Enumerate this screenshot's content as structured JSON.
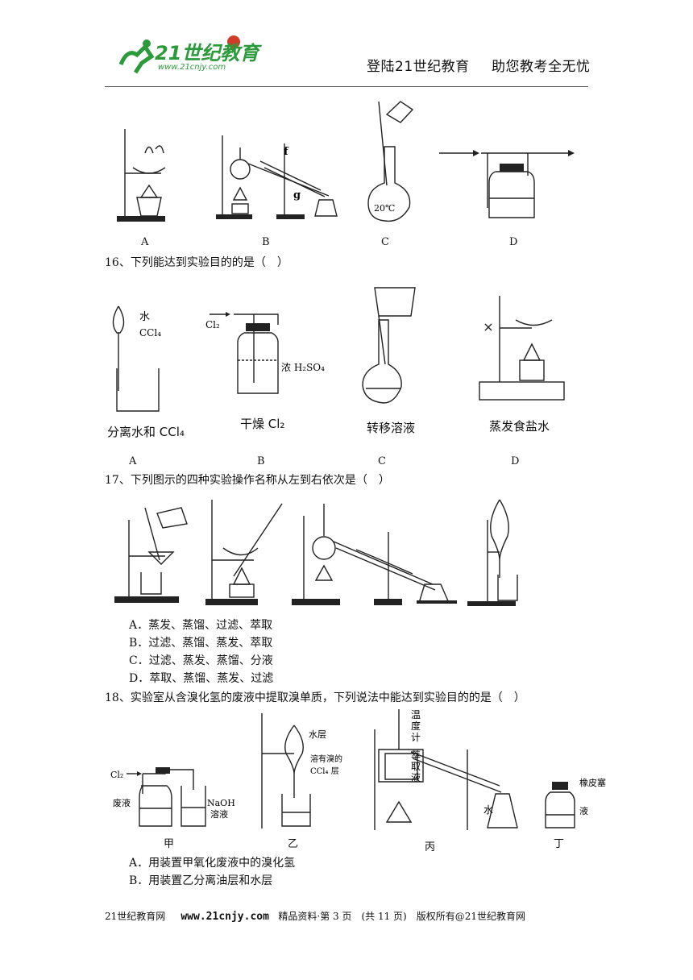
{
  "header": {
    "logo_text": "21世纪教育",
    "logo_url": "www.21cnjy.com",
    "slogan_left": "登陆21世纪教育",
    "slogan_right": "助您教考全无忧"
  },
  "q15": {
    "labels": [
      "A",
      "B",
      "C",
      "D"
    ],
    "fig_text": {
      "f": "f",
      "g": "g",
      "temp": "20℃"
    }
  },
  "q16": {
    "stem": "16、下列能达到实验目的的是（　）",
    "labels": [
      "A",
      "B",
      "C",
      "D"
    ],
    "captions": [
      "分离水和 CCl₄",
      "干燥 Cl₂",
      "转移溶液",
      "蒸发食盐水"
    ],
    "fig_text": {
      "water": "水",
      "ccl4": "CCl₄",
      "cl2": "Cl₂",
      "h2so4": "浓 H₂SO₄"
    }
  },
  "q17": {
    "stem": "17、下列图示的四种实验操作名称从左到右依次是（　）",
    "options": [
      "A．蒸发、蒸馏、过滤、萃取",
      "B．过滤、蒸馏、蒸发、萃取",
      "C．过滤、蒸发、蒸馏、分液",
      "D．萃取、蒸馏、蒸发、过滤"
    ]
  },
  "q18": {
    "stem": "18、实验室从含溴化氢的废液中提取溴单质，下列说法中能达到实验目的的是（　）",
    "fig_text": {
      "cl2": "Cl₂",
      "waste": "废液",
      "naoh": "NaOH",
      "solution": "溶液",
      "water_layer": "水层",
      "ccl4_layer_1": "溶有溴的",
      "ccl4_layer_2": "CCl₄ 层",
      "thermo_1": "温",
      "thermo_2": "度",
      "thermo_3": "计",
      "extract_1": "萃",
      "extract_2": "取",
      "extract_3": "液",
      "water": "水",
      "stopper": "橡皮塞",
      "liquid": "液",
      "jia": "甲",
      "yi": "乙",
      "bing": "丙",
      "ding": "丁"
    },
    "options": [
      "A．用装置甲氧化废液中的溴化氢",
      "B．用装置乙分离油层和水层"
    ]
  },
  "footer": {
    "site": "21世纪教育网",
    "url": "www.21cnjy.com",
    "page_info": "精品资料·第 3 页　(共 11 页)　版权所有@21世纪教育网"
  }
}
